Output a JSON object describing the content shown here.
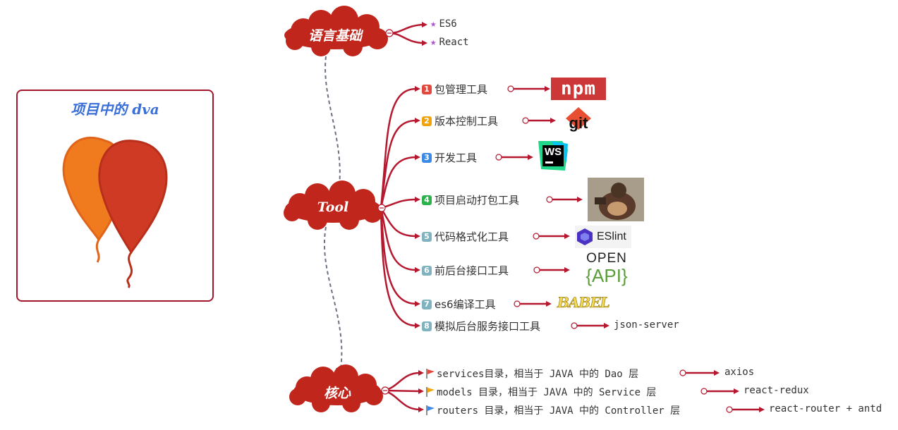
{
  "central_topic": {
    "title": "项目中的 dva"
  },
  "clouds": {
    "basics": "语言基础",
    "tool": "Tool",
    "core": "核心"
  },
  "basics_items": [
    "ES6",
    "React"
  ],
  "tool_items": [
    {
      "num": "1",
      "label": "包管理工具",
      "badge_color": "#e2483d",
      "logo": "npm"
    },
    {
      "num": "2",
      "label": "版本控制工具",
      "badge_color": "#f0a30a",
      "logo": "git"
    },
    {
      "num": "3",
      "label": "开发工具",
      "badge_color": "#3c8ae6",
      "logo": "WS"
    },
    {
      "num": "4",
      "label": "项目启动打包工具",
      "badge_color": "#2bb24c",
      "logo": "roadhog"
    },
    {
      "num": "5",
      "label": "代码格式化工具",
      "badge_color": "#7fb3c0",
      "logo": "ESlint"
    },
    {
      "num": "6",
      "label": "前后台接口工具",
      "badge_color": "#7fb3c0",
      "logo": "OPEN {API}"
    },
    {
      "num": "7",
      "label": "es6编译工具",
      "badge_color": "#7fb3c0",
      "logo": "BABEL"
    },
    {
      "num": "8",
      "label": "模拟后台服务接口工具",
      "badge_color": "#7fb3c0",
      "leaf": "json-server"
    }
  ],
  "core_items": [
    {
      "label": "services目录，相当于 JAVA 中的 Dao 层",
      "flag_color": "#e2483d",
      "leaf": "axios"
    },
    {
      "label": "models 目录，相当于 JAVA 中的 Service 层",
      "flag_color": "#f0a30a",
      "leaf": "react-redux"
    },
    {
      "label": "routers 目录，相当于 JAVA 中的 Controller 层",
      "flag_color": "#3c8ae6",
      "leaf": "react-router + antd"
    }
  ],
  "logo_texts": {
    "npm": "npm",
    "git": "git",
    "ws": "WS",
    "eslint": "ESlint",
    "open": "OPEN",
    "api": "{API}",
    "babel": "BABEL"
  },
  "colors": {
    "branch": "#b5182f",
    "cloud": "#c0261c",
    "dashed": "#6b7280",
    "title_text": "#3a6fd8"
  }
}
